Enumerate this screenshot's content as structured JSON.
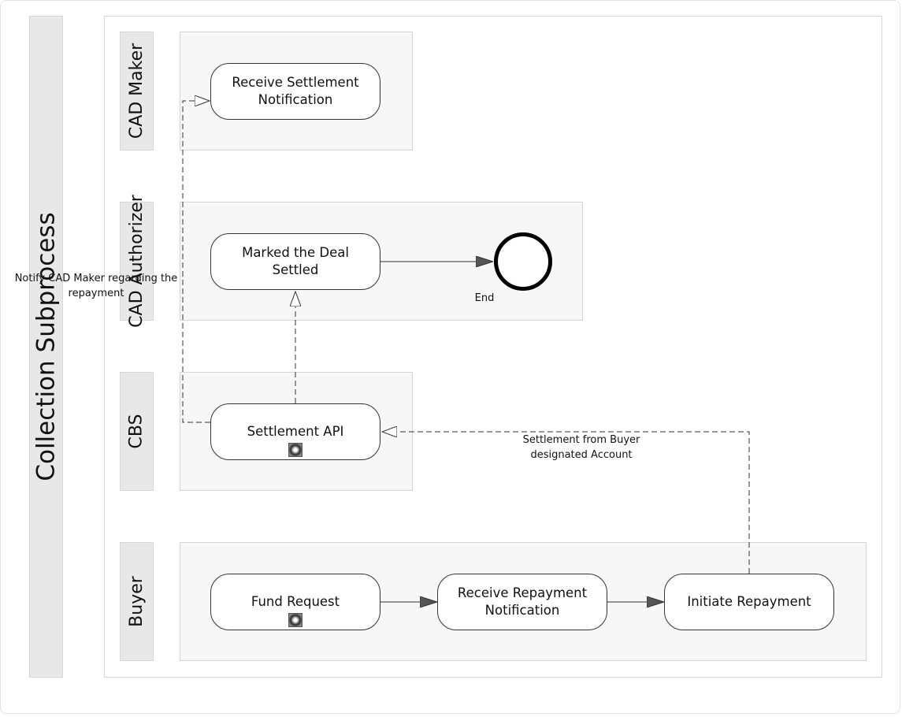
{
  "pool": {
    "title": "Collection Subprocess"
  },
  "lanes": {
    "cad_maker": "CAD Maker",
    "cad_authorizer": "CAD Authorizer",
    "cbs": "CBS",
    "buyer": "Buyer"
  },
  "tasks": {
    "receive_settlement": "Receive Settlement Notification",
    "marked_settled": "Marked the Deal Settled",
    "settlement_api": "Settlement API",
    "fund_request": "Fund Request",
    "receive_repayment": "Receive Repayment Notification",
    "initiate_repayment": "Initiate Repayment"
  },
  "events": {
    "end": "End"
  },
  "messages": {
    "notify_cad_maker": "Notify CAD Maker regarding the repayment",
    "settlement_from_buyer": "Settlement from Buyer designated Account"
  },
  "icons": {
    "subprocess_marker": "plus-icon"
  },
  "colors": {
    "lane_fill": "#f7f7f7",
    "header_fill": "#e8e8e8",
    "stroke": "#333333"
  }
}
